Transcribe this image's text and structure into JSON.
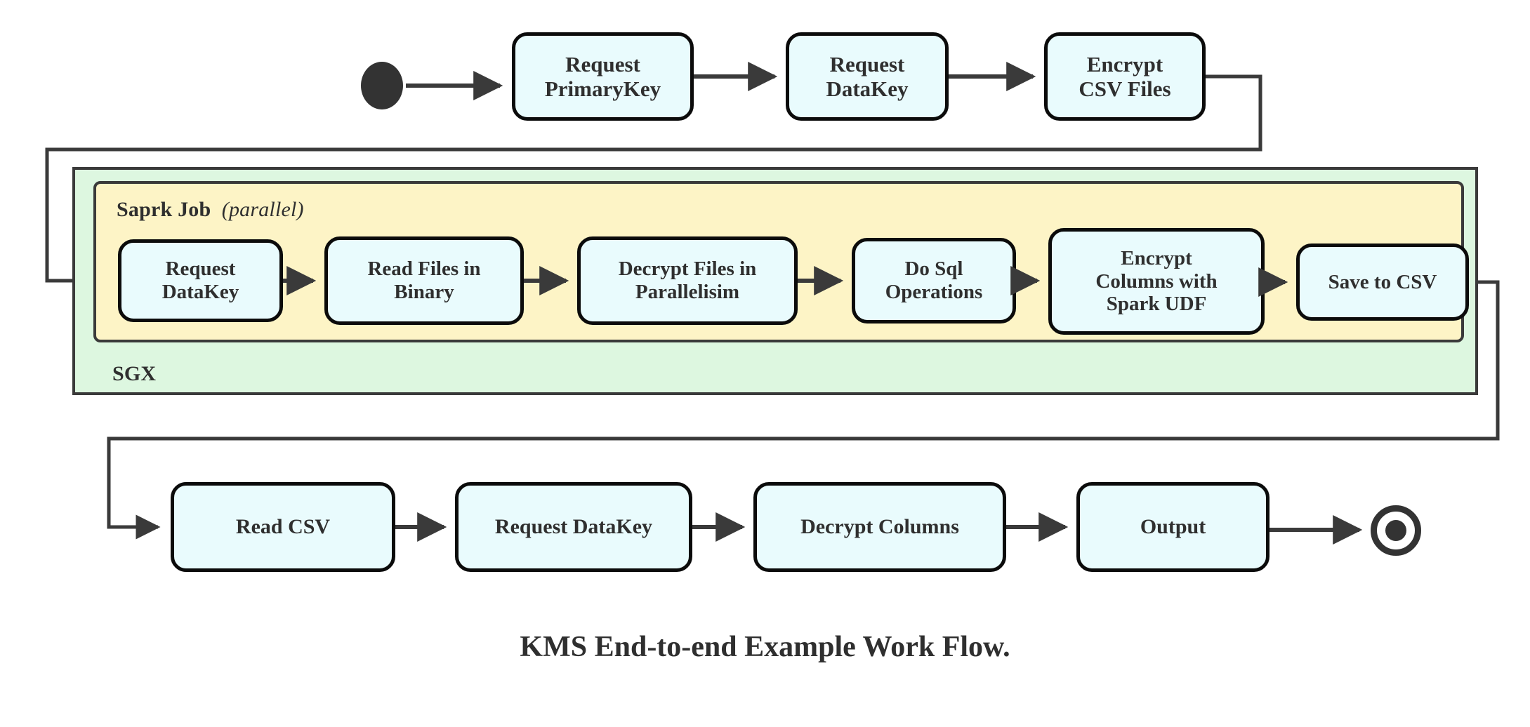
{
  "diagram": {
    "caption": "KMS End-to-end Example Work Flow.",
    "start_node": "start-node",
    "end_node": "end-node",
    "colors": {
      "node_fill": "#e9fbfd",
      "node_border": "#0b0b0b",
      "sgx_fill": "#ddf7e0",
      "spark_fill": "#fdf4c6",
      "container_border": "#3a3a3a",
      "edge": "#3a3a3a",
      "marker": "#333333",
      "text": "#2f2f2f",
      "background": "#ffffff"
    },
    "groups": {
      "sgx": {
        "label": "SGX"
      },
      "spark": {
        "label": "Saprk Job",
        "qualifier": "(parallel)"
      }
    },
    "rows": {
      "top": [
        {
          "id": "n-req-pk",
          "line1": "Request",
          "line2": "PrimaryKey"
        },
        {
          "id": "n-req-dk1",
          "line1": "Request",
          "line2": "DataKey"
        },
        {
          "id": "n-enc-csv",
          "line1": "Encrypt",
          "line2": "CSV Files"
        }
      ],
      "middle": [
        {
          "id": "n-req-dk2",
          "line1": "Request",
          "line2": "DataKey"
        },
        {
          "id": "n-read-bin",
          "line1": "Read Files in",
          "line2": "Binary"
        },
        {
          "id": "n-dec-par",
          "line1": "Decrypt Files in",
          "line2": "Parallelisim"
        },
        {
          "id": "n-do-sql",
          "line1": "Do Sql",
          "line2": "Operations"
        },
        {
          "id": "n-enc-col",
          "line1": "Encrypt",
          "line2": "Columns with",
          "line3": "Spark UDF"
        },
        {
          "id": "n-save-csv",
          "line1": "Save to CSV"
        }
      ],
      "bottom": [
        {
          "id": "n-read-csv",
          "line1": "Read CSV"
        },
        {
          "id": "n-req-dk3",
          "line1": "Request DataKey"
        },
        {
          "id": "n-dec-col",
          "line1": "Decrypt Columns"
        },
        {
          "id": "n-output",
          "line1": "Output"
        }
      ]
    },
    "flow_sequence": [
      "start",
      "Request PrimaryKey",
      "Request DataKey",
      "Encrypt CSV Files",
      "Request DataKey",
      "Read Files in Binary",
      "Decrypt Files in Parallelisim",
      "Do Sql Operations",
      "Encrypt Columns with Spark UDF",
      "Save to CSV",
      "Read CSV",
      "Request DataKey",
      "Decrypt Columns",
      "Output",
      "end"
    ]
  }
}
